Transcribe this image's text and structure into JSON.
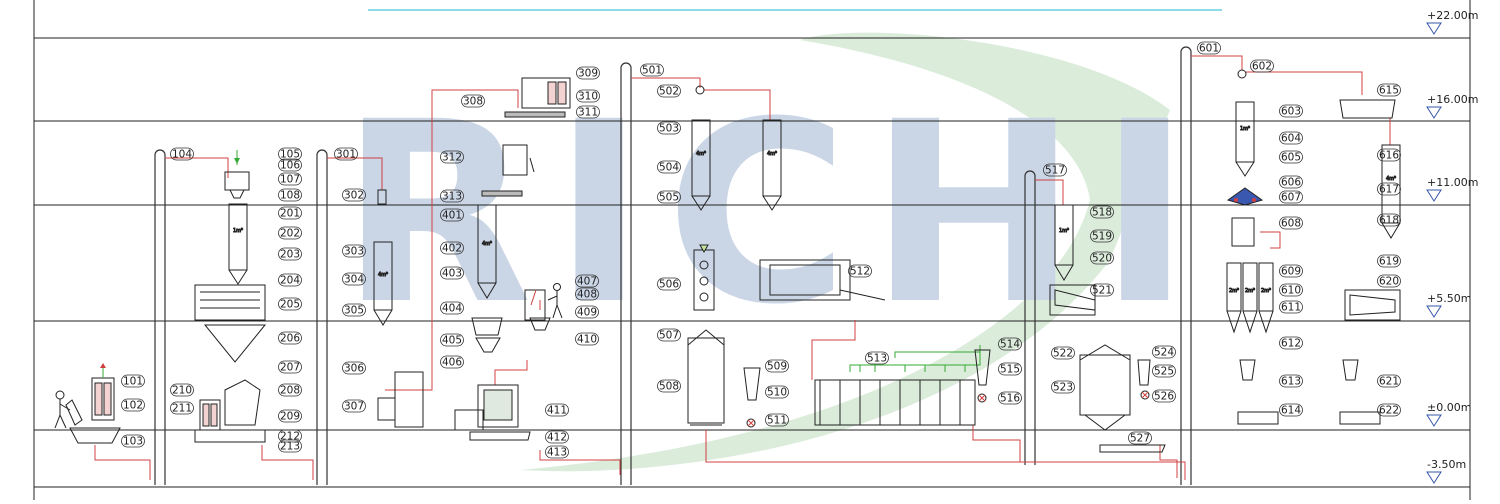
{
  "watermark": "RICHI",
  "levels": [
    {
      "label": "+22.00m"
    },
    {
      "label": "+16.00m"
    },
    {
      "label": "+11.00m"
    },
    {
      "label": "+5.50m"
    },
    {
      "label": "±0.00m"
    },
    {
      "label": "-3.50m"
    }
  ],
  "callouts": [
    "101",
    "102",
    "103",
    "104",
    "105",
    "106",
    "107",
    "108",
    "201",
    "202",
    "203",
    "204",
    "205",
    "206",
    "207",
    "208",
    "209",
    "210",
    "211",
    "212",
    "213",
    "301",
    "302",
    "303",
    "304",
    "305",
    "306",
    "307",
    "308",
    "309",
    "310",
    "311",
    "312",
    "313",
    "401",
    "402",
    "403",
    "404",
    "405",
    "406",
    "407",
    "408",
    "409",
    "410",
    "411",
    "412",
    "413",
    "501",
    "502",
    "503",
    "504",
    "505",
    "506",
    "507",
    "508",
    "509",
    "510",
    "511",
    "512",
    "513",
    "514",
    "515",
    "516",
    "517",
    "518",
    "519",
    "520",
    "521",
    "522",
    "523",
    "524",
    "525",
    "526",
    "527",
    "601",
    "602",
    "603",
    "604",
    "605",
    "606",
    "607",
    "608",
    "609",
    "610",
    "611",
    "612",
    "613",
    "614",
    "615",
    "616",
    "617",
    "618",
    "619",
    "620",
    "621",
    "622"
  ],
  "bin_labels": {
    "b1": "1m³",
    "b2": "4m³",
    "b3": "4m³",
    "b4": "4m³",
    "b5": "4m³",
    "b6": "1m³",
    "b7": "1m³",
    "b8": "4m³",
    "b9": "2m³",
    "b10": "2m³",
    "b11": "2m³"
  },
  "colors": {
    "line": "#222222",
    "pipe": "#d04040",
    "watermark_blue": "#b9c7de",
    "watermark_green": "#cfe6cf",
    "green_bus": "#33aa33",
    "top_rule": "#66d0e0"
  }
}
